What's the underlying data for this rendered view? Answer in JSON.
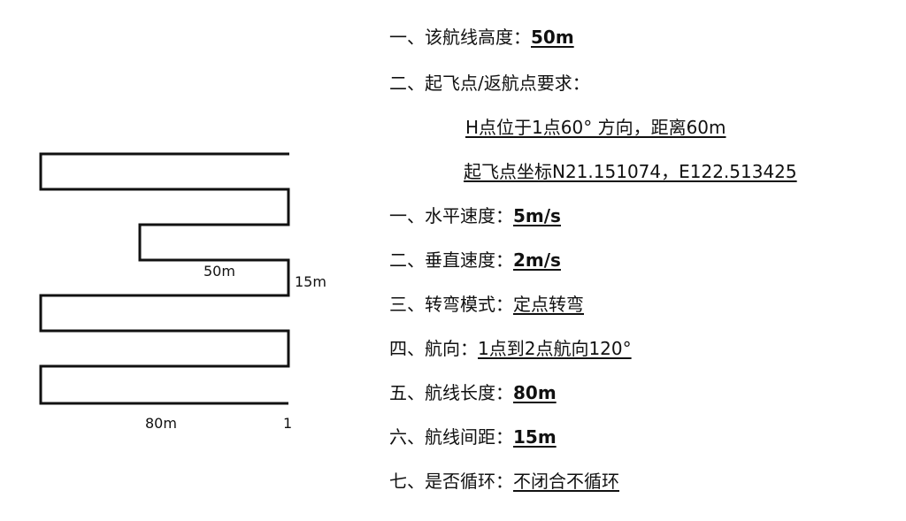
{
  "diagram": {
    "line_color": "#111111",
    "labels": {
      "segment_spacing": "50m",
      "turn_spacing": "15m",
      "leg_length": "80m",
      "start_point": "1"
    }
  },
  "specs": [
    {
      "label": "一、该航线高度：",
      "value": "50m"
    },
    {
      "label": "二、起飞点/返航点要求：",
      "value": ""
    },
    {
      "label": "",
      "value": "H点位于1点60° 方向，距离60m"
    },
    {
      "label": "",
      "value": "起飞点坐标N21.151074，E122.513425"
    },
    {
      "label": "一、水平速度：",
      "value": "5m/s"
    },
    {
      "label": "二、垂直速度：",
      "value": "2m/s"
    },
    {
      "label": "三、转弯模式：",
      "value": "定点转弯"
    },
    {
      "label": "四、航向：",
      "value": "1点到2点航向120°"
    },
    {
      "label": "五、航线长度：",
      "value": "80m"
    },
    {
      "label": "六、航线间距：",
      "value": "15m"
    },
    {
      "label": "七、是否循环：",
      "value": "不闭合不循环"
    }
  ]
}
